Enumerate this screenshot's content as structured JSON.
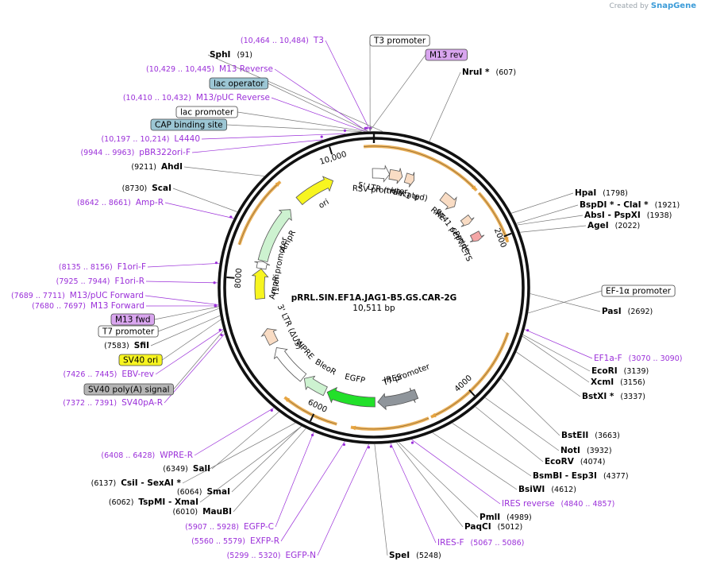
{
  "credit": {
    "prefix": "Created by",
    "brand": "SnapGene"
  },
  "plasmid": {
    "name": "pRRL.SIN.EF1A.JAG1-B5.GS.CAR-2G",
    "size_label": "10,511 bp",
    "length": 10511
  },
  "scale_ticks": [
    {
      "bp": 2000,
      "label": "2000"
    },
    {
      "bp": 4000,
      "label": "4000"
    },
    {
      "bp": 6000,
      "label": "6000"
    },
    {
      "bp": 8000,
      "label": "8000"
    },
    {
      "bp": 10000,
      "label": "10,000"
    }
  ],
  "colors": {
    "enzyme": "#000000",
    "primer": "#9b30d9",
    "primer_line": "#9b30d9",
    "feature_line": "#777777",
    "backbone": "#111111",
    "orf": "#e7a33d"
  },
  "callouts": [
    {
      "name": "T3",
      "range": "(10,464 .. 10,484)",
      "type": "primer",
      "bp": 10474
    },
    {
      "name": "T3 promoter",
      "type": "box",
      "bp": 10470,
      "box": {
        "fill": "#ffffff",
        "stroke": "#444444"
      }
    },
    {
      "name": "M13 rev",
      "type": "box",
      "bp": 10465,
      "box": {
        "fill": "#d9a6ef",
        "stroke": "#444444"
      }
    },
    {
      "name": "SphI",
      "pos": "(91)",
      "type": "enzyme",
      "bp": 91
    },
    {
      "name": "M13 Reverse",
      "range": "(10,429 .. 10,445)",
      "type": "primer",
      "bp": 10437
    },
    {
      "name": "NruI *",
      "pos": "(607)",
      "type": "enzyme",
      "bp": 607
    },
    {
      "name": "lac operator",
      "type": "box",
      "bp": 10450,
      "box": {
        "fill": "#9cc6d4",
        "stroke": "#444444"
      }
    },
    {
      "name": "M13/pUC Reverse",
      "range": "(10,410 .. 10,432)",
      "type": "primer",
      "bp": 10421
    },
    {
      "name": "lac promoter",
      "type": "box",
      "bp": 10420,
      "box": {
        "fill": "#ffffff",
        "stroke": "#444444"
      }
    },
    {
      "name": "CAP binding site",
      "type": "box",
      "bp": 10380,
      "box": {
        "fill": "#9cc6d4",
        "stroke": "#444444"
      }
    },
    {
      "name": "L4440",
      "range": "(10,197 .. 10,214)",
      "type": "primer",
      "bp": 10205
    },
    {
      "name": "pBR322ori-F",
      "range": "(9944 .. 9963)",
      "type": "primer",
      "bp": 9953
    },
    {
      "name": "AhdI",
      "pos": "(9211)",
      "type": "enzyme",
      "bp": 9211
    },
    {
      "name": "HpaI",
      "pos": "(1798)",
      "type": "enzyme",
      "bp": 1798
    },
    {
      "name": "ScaI",
      "pos": "(8730)",
      "type": "enzyme",
      "bp": 8730
    },
    {
      "name": "BspDI * - ClaI *",
      "pos": "(1921)",
      "type": "enzyme",
      "bp": 1921
    },
    {
      "name": "AbsI - PspXI",
      "pos": "(1938)",
      "type": "enzyme",
      "bp": 1938
    },
    {
      "name": "Amp-R",
      "range": "(8642 .. 8661)",
      "type": "primer",
      "bp": 8651
    },
    {
      "name": "AgeI",
      "pos": "(2022)",
      "type": "enzyme",
      "bp": 2022
    },
    {
      "name": "F1ori-F",
      "range": "(8135 .. 8156)",
      "type": "primer",
      "bp": 8145
    },
    {
      "name": "F1ori-R",
      "range": "(7925 .. 7944)",
      "type": "primer",
      "bp": 7935
    },
    {
      "name": "EF-1α promoter",
      "type": "box",
      "bp": 2900,
      "box": {
        "fill": "#ffffff",
        "stroke": "#444444"
      }
    },
    {
      "name": "M13/pUC Forward",
      "range": "(7689 .. 7711)",
      "type": "primer",
      "bp": 7700
    },
    {
      "name": "M13 Forward",
      "range": "(7680 .. 7697)",
      "type": "primer",
      "bp": 7688
    },
    {
      "name": "PasI",
      "pos": "(2692)",
      "type": "enzyme",
      "bp": 2692
    },
    {
      "name": "M13 fwd",
      "type": "box",
      "bp": 7680,
      "box": {
        "fill": "#d9a6ef",
        "stroke": "#444444"
      }
    },
    {
      "name": "T7 promoter",
      "type": "box",
      "bp": 7660,
      "box": {
        "fill": "#ffffff",
        "stroke": "#444444"
      }
    },
    {
      "name": "SfiI",
      "pos": "(7583)",
      "type": "enzyme",
      "bp": 7583
    },
    {
      "name": "EF1a-F",
      "range": "(3070 .. 3090)",
      "type": "primer",
      "bp": 3080
    },
    {
      "name": "SV40 ori",
      "type": "box",
      "bp": 7540,
      "box": {
        "fill": "#f7f520",
        "stroke": "#444444"
      }
    },
    {
      "name": "EcoRI",
      "pos": "(3139)",
      "type": "enzyme",
      "bp": 3139
    },
    {
      "name": "EBV-rev",
      "range": "(7426 .. 7445)",
      "type": "primer",
      "bp": 7435
    },
    {
      "name": "XcmI",
      "pos": "(3156)",
      "type": "enzyme",
      "bp": 3156
    },
    {
      "name": "SV40 poly(A) signal",
      "type": "box",
      "bp": 7420,
      "box": {
        "fill": "#b5b5b5",
        "stroke": "#444444"
      }
    },
    {
      "name": "BstXI *",
      "pos": "(3337)",
      "type": "enzyme",
      "bp": 3337
    },
    {
      "name": "SV40pA-R",
      "range": "(7372 .. 7391)",
      "type": "primer",
      "bp": 7381
    },
    {
      "name": "BstEII",
      "pos": "(3663)",
      "type": "enzyme",
      "bp": 3663
    },
    {
      "name": "NotI",
      "pos": "(3932)",
      "type": "enzyme",
      "bp": 3932
    },
    {
      "name": "EcoRV",
      "pos": "(4074)",
      "type": "enzyme",
      "bp": 4074
    },
    {
      "name": "WPRE-R",
      "range": "(6408 .. 6428)",
      "type": "primer",
      "bp": 6418
    },
    {
      "name": "SalI",
      "pos": "(6349)",
      "type": "enzyme",
      "bp": 6349
    },
    {
      "name": "BsmBI - Esp3I",
      "pos": "(4377)",
      "type": "enzyme",
      "bp": 4377
    },
    {
      "name": "CsiI - SexAI *",
      "pos": "(6137)",
      "type": "enzyme",
      "bp": 6137
    },
    {
      "name": "BsiWI",
      "pos": "(4612)",
      "type": "enzyme",
      "bp": 4612
    },
    {
      "name": "SmaI",
      "pos": "(6064)",
      "type": "enzyme",
      "bp": 6064
    },
    {
      "name": "TspMI - XmaI",
      "pos": "(6062)",
      "type": "enzyme",
      "bp": 6062
    },
    {
      "name": "IRES reverse",
      "range": "(4840 .. 4857)",
      "type": "primer",
      "bp": 4848
    },
    {
      "name": "MauBI",
      "pos": "(6010)",
      "type": "enzyme",
      "bp": 6010
    },
    {
      "name": "PmlI",
      "pos": "(4989)",
      "type": "enzyme",
      "bp": 4989
    },
    {
      "name": "PaqCI",
      "pos": "(5012)",
      "type": "enzyme",
      "bp": 5012
    },
    {
      "name": "EGFP-C",
      "range": "(5907 .. 5928)",
      "type": "primer",
      "bp": 5917
    },
    {
      "name": "IRES-F",
      "range": "(5067 .. 5086)",
      "type": "primer",
      "bp": 5076
    },
    {
      "name": "EXFP-R",
      "range": "(5560 .. 5579)",
      "type": "primer",
      "bp": 5570
    },
    {
      "name": "EGFP-N",
      "range": "(5299 .. 5320)",
      "type": "primer",
      "bp": 5310
    },
    {
      "name": "SpeI",
      "pos": "(5248)",
      "type": "enzyme",
      "bp": 5248
    }
  ],
  "features": [
    {
      "name": "RSV promoter",
      "fill": "#ffffff",
      "start": 10490,
      "end": 230
    },
    {
      "name": "5' LTR (truncated)",
      "fill": "#f9dcc4",
      "start": 230,
      "end": 420
    },
    {
      "name": "HIV-1 Ψ",
      "fill": "#f9dcc4",
      "start": 470,
      "end": 600
    },
    {
      "name": "RRE",
      "fill": "#f9dcc4",
      "start": 1080,
      "end": 1310
    },
    {
      "name": "cPPT/CTS",
      "fill": "#f4a6a6",
      "start": 1800,
      "end": 1920
    },
    {
      "name": "gp41 peptide",
      "fill": "#f9dcc4",
      "start": 1530,
      "end": 1640
    },
    {
      "name": "T7 promoter",
      "fill": "#ffffff",
      "start": 4620,
      "end": 4700
    },
    {
      "name": "IRES",
      "fill": "#8f959b",
      "start": 4620,
      "end": 5200
    },
    {
      "name": "EGFP",
      "fill": "#22e02a",
      "start": 5240,
      "end": 5960
    },
    {
      "name": "BleoR",
      "fill": "#cdf2d0",
      "start": 5990,
      "end": 6350
    },
    {
      "name": "WPRE",
      "fill": "#ffffff",
      "start": 6370,
      "end": 6960
    },
    {
      "name": "3' LTR (ΔU3)",
      "fill": "#f9dcc4",
      "start": 7040,
      "end": 7270
    },
    {
      "name": "f1 ori",
      "fill": "#f7f520",
      "start": 7720,
      "end": 8160
    },
    {
      "name": "AmpR promoter",
      "fill": "#ffffff",
      "start": 8165,
      "end": 8270
    },
    {
      "name": "AmpR",
      "fill": "#cdf2d0",
      "start": 8280,
      "end": 9140
    },
    {
      "name": "ori",
      "fill": "#f7f520",
      "start": 9320,
      "end": 9900
    }
  ],
  "orf_arcs": [
    {
      "start": 10390,
      "end": 1360
    },
    {
      "start": 1400,
      "end": 2080
    },
    {
      "start": 3170,
      "end": 4560
    },
    {
      "start": 4590,
      "end": 5530
    },
    {
      "start": 5700,
      "end": 6400
    },
    {
      "start": 8400,
      "end": 9300
    }
  ]
}
